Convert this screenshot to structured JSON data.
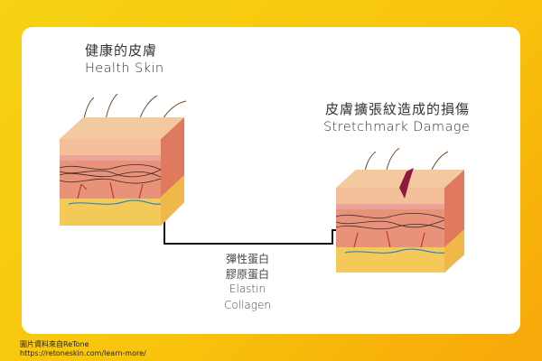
{
  "healthy": {
    "zh": "健康的皮膚",
    "en": "Health Skin"
  },
  "damaged": {
    "zh": "皮膚擴張紋造成的損傷",
    "en": "Stretchmark Damage"
  },
  "fibers": {
    "line1": "彈性蛋白",
    "line2": "膠原蛋白",
    "line3": "Elastin",
    "line4": "Collagen"
  },
  "credit": {
    "line1": "圖片資料來自ReTone",
    "line2": "https://retoneskin.com/learn-more/"
  },
  "colors": {
    "background_start": "#f6d313",
    "background_end": "#f7a70a",
    "card": "#ffffff",
    "epidermis": "#f3c29a",
    "dermis": "#e8927a",
    "fat": "#f3c95a",
    "scar": "#8c1a3a",
    "connector": "#111111"
  }
}
